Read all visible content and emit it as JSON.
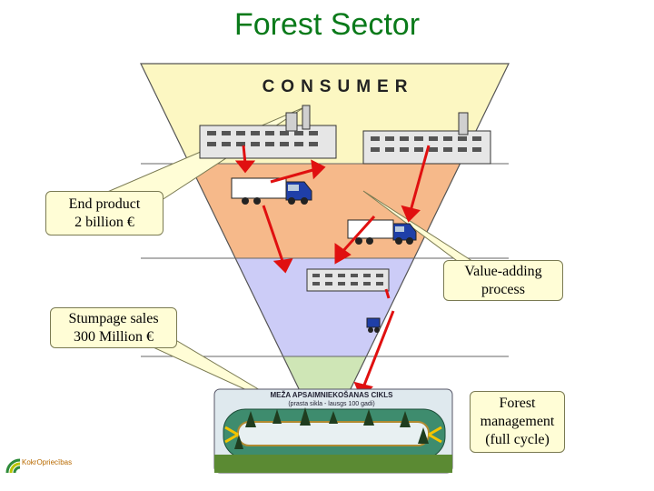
{
  "title": "Forest Sector",
  "pyramid": {
    "top_label": "CONSUMER",
    "level_colors": [
      "#fcf7c2",
      "#f6b98a",
      "#ccccf7",
      "#cfe6b6"
    ]
  },
  "callouts": {
    "end_product": [
      "End product",
      "2 billion €"
    ],
    "value_adding": [
      "Value-adding",
      "process"
    ],
    "stumpage": [
      "Stumpage sales",
      "300 Million €"
    ],
    "forest_mgmt": [
      "Forest",
      "management",
      "(full cycle)"
    ]
  },
  "forest_image": {
    "caption_line1": "MEŽA APSAIMNIEKOŠANAS CIKLS",
    "caption_line2": "(prasta sikla - lausgs 100 gadi)"
  },
  "logo": {
    "text": "KokrOpriecības"
  },
  "arrow_color": "#e01010"
}
